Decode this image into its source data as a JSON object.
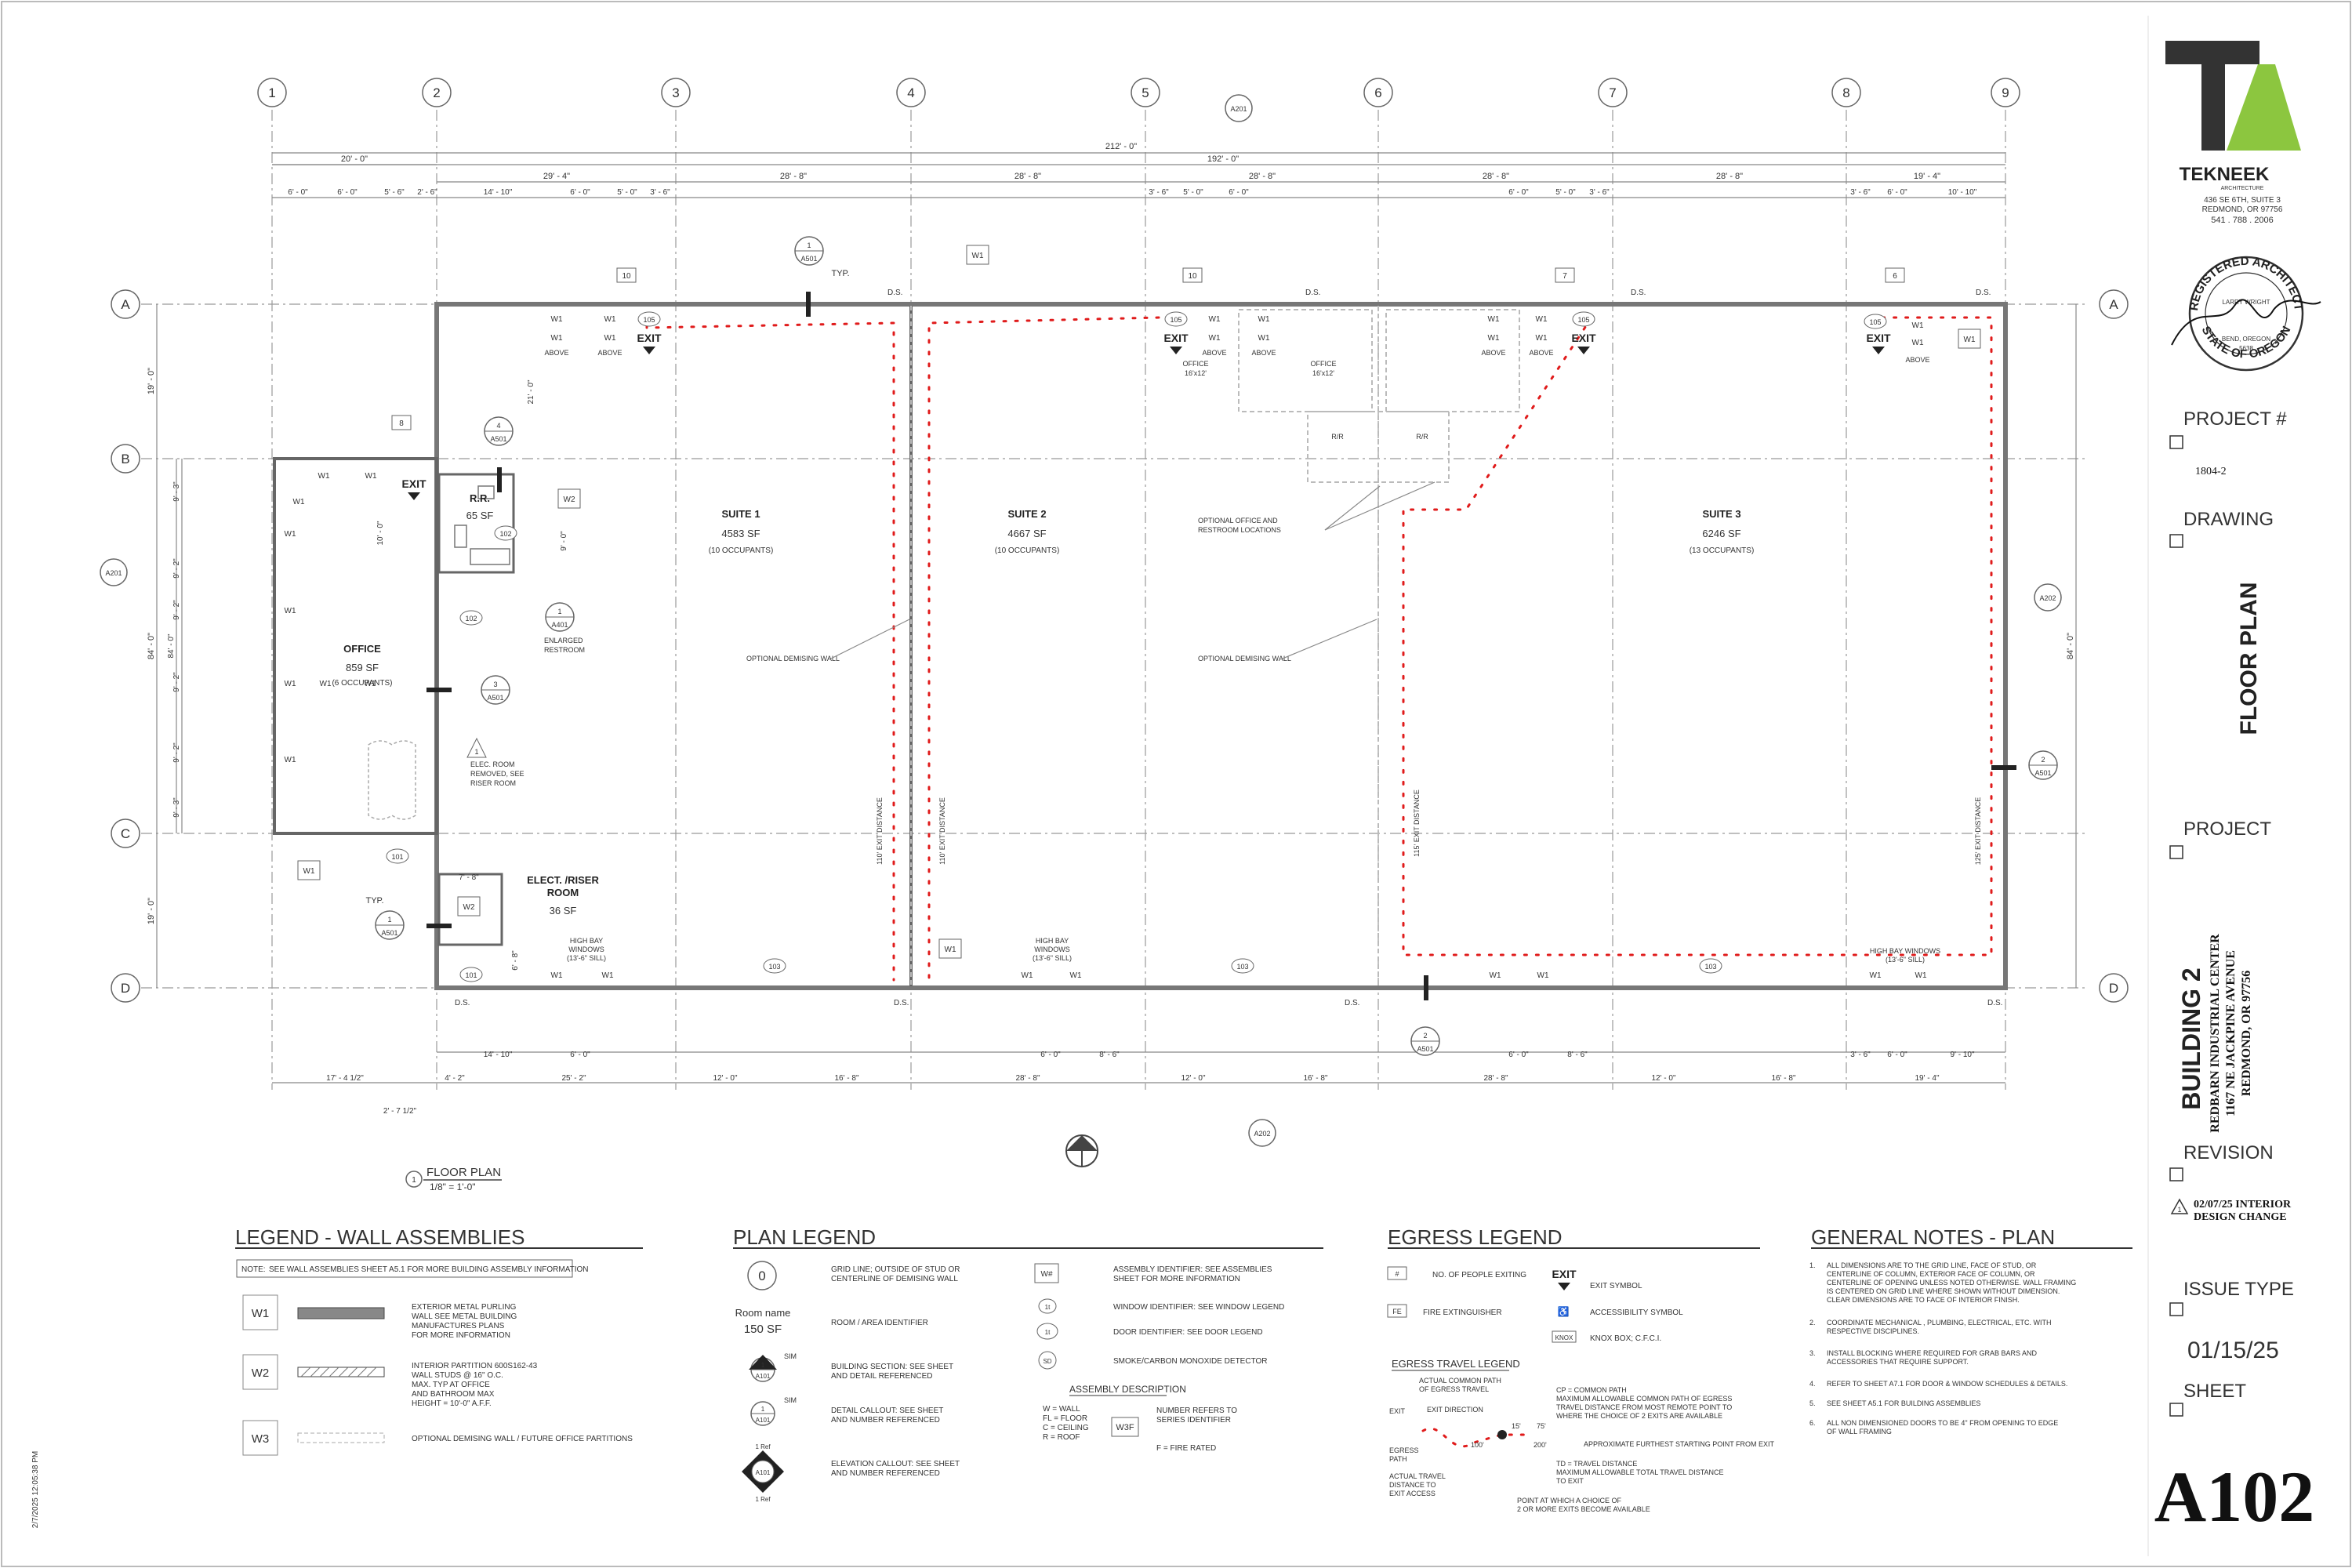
{
  "grid": {
    "columns": [
      "1",
      "2",
      "3",
      "4",
      "5",
      "6",
      "7",
      "8",
      "9"
    ],
    "rows": [
      "A",
      "B",
      "C",
      "D"
    ]
  },
  "dims": {
    "overall_top": "212' - 0\"",
    "overall_192": "192' - 0\"",
    "top_20": "20' - 0\"",
    "top_row2": [
      "6' - 0\"",
      "6' - 0\"",
      "5' - 6\"",
      "2' - 6\""
    ],
    "top_2947": "29' - 4\"",
    "top_28_8": "28' - 8\"",
    "top_19_4": "19' - 4\"",
    "top_row3a": [
      "14' - 10\"",
      "6' - 0\"",
      "5' - 0\"",
      "3' - 6\""
    ],
    "top_row3b": [
      "3' - 6\"",
      "5' - 0\"",
      "6' - 0\""
    ],
    "top_row3c": [
      "6' - 0\"",
      "5' - 0\"",
      "3' - 6\""
    ],
    "top_row3d": [
      "3' - 6\"",
      "6' - 0\"",
      "10' - 10\""
    ],
    "left_84": "84' - 0\"",
    "left_19": "19' - 0\"",
    "left_small": [
      "9' - 3\"",
      "9' - 2\"",
      "9' - 2\"",
      "9' - 2\"",
      "9' - 2\"",
      "9' - 3\""
    ],
    "right_84": "84' - 0\"",
    "bottom_row1": [
      "14' - 10\"",
      "6' - 0\"",
      "6' - 0\"",
      "8' - 6\"",
      "6' - 0\"",
      "8' - 6\"",
      "3' - 6\"",
      "6' - 0\"",
      "9' - 10\""
    ],
    "bottom_row2": [
      "17' - 4 1/2\"",
      "4' - 2\"",
      "25' - 2\"",
      "12' - 0\"",
      "16' - 8\"",
      "28' - 8\"",
      "12' - 0\"",
      "16' - 8\"",
      "28' - 8\"",
      "12' - 0\"",
      "16' - 8\"",
      "19' - 4\""
    ],
    "bottom_small": "2' - 7 1/2\"",
    "vert_21": "21' - 0\"",
    "vert_10": "10' - 0\"",
    "vert_9": "9' - 0\"",
    "vert_7_8": "7' - 8\"",
    "vert_6_8": "6' - 8\""
  },
  "rooms": {
    "suite1": {
      "name": "SUITE 1",
      "area": "4583 SF",
      "occ": "(10 OCCUPANTS)"
    },
    "suite2": {
      "name": "SUITE 2",
      "area": "4667 SF",
      "occ": "(10 OCCUPANTS)"
    },
    "suite3": {
      "name": "SUITE 3",
      "area": "6246 SF",
      "occ": "(13 OCCUPANTS)"
    },
    "office": {
      "name": "OFFICE",
      "area": "859 SF",
      "occ": "(6 OCCUPANTS)"
    },
    "rr": {
      "name": "R.R.",
      "area": "65 SF"
    },
    "elec": {
      "name1": "ELECT. /RISER",
      "name2": "ROOM",
      "area": "36 SF"
    }
  },
  "annotations": {
    "typ": "TYP.",
    "w1": "W1",
    "w2": "W2",
    "above": "ABOVE",
    "exit": "EXIT",
    "ds": "D.S.",
    "office_opt": "OFFICE",
    "office_size": "16'x12'",
    "rr_opt": "R/R",
    "opt_office_1": "OPTIONAL OFFICE AND",
    "opt_office_2": "RESTROOM LOCATIONS",
    "opt_demising": "OPTIONAL DEMISING WALL",
    "exit_dist_110": "110' EXIT DISTANCE",
    "exit_dist_115": "115' EXIT DISTANCE",
    "exit_dist_125": "125' EXIT DISTANCE",
    "high_bay_1": "HIGH BAY",
    "high_bay_2": "WINDOWS",
    "high_bay_3": "(13'-6\" SILL)",
    "high_bay_inline": "HIGH BAY WINDOWS",
    "enlarged_1": "ENLARGED",
    "enlarged_2": "RESTROOM",
    "elec_removed_1": "ELEC. ROOM",
    "elec_removed_2": "REMOVED, SEE",
    "elec_removed_3": "RISER ROOM",
    "door_10": "10",
    "door_7": "7",
    "door_6": "6",
    "door_8": "8",
    "door_101": "101",
    "door_102": "102",
    "door_103": "103",
    "door_105": "105",
    "ref_a501": "A501",
    "ref_a201": "A201",
    "ref_a202": "A202",
    "ref_a401": "A401",
    "ref_num_1": "1",
    "ref_num_2": "2",
    "ref_num_3": "3",
    "ref_num_4": "4",
    "ref_num_8": "8"
  },
  "drawing_title": {
    "num": "1",
    "name": "FLOOR PLAN",
    "scale": "1/8\" = 1'-0\""
  },
  "legend_wall": {
    "title": "LEGEND - WALL ASSEMBLIES",
    "note_label": "NOTE:",
    "note": "SEE WALL ASSEMBLIES SHEET A5.1 FOR MORE BUILDING ASSEMBLY INFORMATION",
    "items": [
      {
        "tag": "W1",
        "lines": [
          "EXTERIOR METAL PURLING",
          "WALL SEE METAL BUILDING",
          "MANUFACTURES PLANS",
          "FOR MORE INFORMATION"
        ]
      },
      {
        "tag": "W2",
        "lines": [
          "INTERIOR PARTITION 600S162-43",
          "WALL STUDS @ 16\" O.C.",
          "MAX. TYP AT OFFICE",
          "AND BATHROOM MAX",
          "HEIGHT = 10'-0\" A.F.F."
        ]
      },
      {
        "tag": "W3",
        "lines": [
          "OPTIONAL DEMISING WALL / FUTURE OFFICE PARTITIONS"
        ]
      }
    ]
  },
  "legend_plan": {
    "title": "PLAN LEGEND",
    "grid_sym": "0",
    "grid_text": [
      "GRID LINE; OUTSIDE OF STUD OR",
      "CENTERLINE OF DEMISING WALL"
    ],
    "room_name": "Room name",
    "room_area": "150 SF",
    "room_text": "ROOM / AREA IDENTIFIER",
    "sim": "SIM",
    "sec_text": [
      "BUILDING SECTION: SEE SHEET",
      "AND DETAIL REFERENCED"
    ],
    "det_text": [
      "DETAIL CALLOUT: SEE SHEET",
      "AND NUMBER REFERENCED"
    ],
    "elev_text": [
      "ELEVATION CALLOUT: SEE SHEET",
      "AND NUMBER REFERENCED"
    ],
    "ref": "1 Ref",
    "sym_a101": "A101",
    "sym_1": "1",
    "wtag": "W#",
    "wtag_text": [
      "ASSEMBLY IDENTIFIER: SEE ASSEMBLIES",
      "SHEET FOR MORE INFORMATION"
    ],
    "win_tag": "1t",
    "win_text": "WINDOW IDENTIFIER: SEE WINDOW LEGEND",
    "door_tag": "1t",
    "door_text": "DOOR  IDENTIFIER: SEE DOOR LEGEND",
    "sd_tag": "SD",
    "sd_text": "SMOKE/CARBON MONOXIDE DETECTOR",
    "asm_title": "ASSEMBLY DESCRIPTION",
    "asm_left": [
      "W = WALL",
      "FL = FLOOR",
      "C = CEILING",
      "R = ROOF"
    ],
    "asm_tag": "W3F",
    "asm_right": [
      "NUMBER REFERS TO",
      "SERIES IDENTIFIER"
    ],
    "asm_f": "F = FIRE RATED"
  },
  "legend_egress": {
    "title": "EGRESS LEGEND",
    "hash": "#",
    "people": "NO. OF PEOPLE EXITING",
    "exit_word": "EXIT",
    "exit_sym": "EXIT SYMBOL",
    "fe": "FE",
    "fe_text": "FIRE EXTINGUISHER",
    "acc_text": "ACCESSIBILITY SYMBOL",
    "knox": "KNOX",
    "knox_text": "KNOX BOX; C.F.C.I.",
    "travel_title": "EGRESS TRAVEL LEGEND",
    "actual_common": [
      "ACTUAL COMMON PATH",
      "OF EGRESS TRAVEL"
    ],
    "exit_lbl": "EXIT",
    "exit_dir": "EXIT DIRECTION",
    "egress_path": [
      "EGRESS",
      "PATH"
    ],
    "actual_travel": [
      "ACTUAL TRAVEL",
      "DISTANCE TO",
      "EXIT ACCESS"
    ],
    "n100": "100'",
    "n15": "15'",
    "n75": "75'",
    "n200": "200'",
    "cp": [
      "CP = COMMON PATH",
      "MAXIMUM ALLOWABLE COMMON PATH OF EGRESS",
      "TRAVEL DISTANCE FROM MOST REMOTE POINT TO",
      "WHERE THE CHOICE OF 2 EXITS ARE AVAILABLE"
    ],
    "approx": "APPROXIMATE FURTHEST STARTING POINT FROM EXIT",
    "td": [
      "TD = TRAVEL DISTANCE",
      "MAXIMUM ALLOWABLE TOTAL TRAVEL DISTANCE",
      "TO EXIT"
    ],
    "point": [
      "POINT AT WHICH A CHOICE OF",
      "2 OR MORE EXITS BECOME AVAILABLE"
    ]
  },
  "general_notes": {
    "title": "GENERAL NOTES - PLAN",
    "notes": [
      [
        "1.",
        "ALL DIMENSIONS ARE TO THE GRID LINE, FACE OF STUD, OR",
        "CENTERLINE OF COLUMN, EXTERIOR FACE OF COLUMN, OR",
        "CENTERLINE OF OPENING UNLESS NOTED OTHERWISE. WALL FRAMING",
        "IS CENTERED ON GRID LINE WHERE SHOWN WITHOUT DIMENSION.",
        "CLEAR DIMENSIONS ARE TO FACE OF INTERIOR FINISH."
      ],
      [
        "2.",
        "COORDINATE MECHANICAL , PLUMBING, ELECTRICAL, ETC. WITH",
        "RESPECTIVE DISCIPLINES."
      ],
      [
        "3.",
        "INSTALL BLOCKING WHERE REQUIRED FOR GRAB BARS AND",
        "ACCESSORIES THAT REQUIRE SUPPORT."
      ],
      [
        "4.",
        "REFER TO SHEET A7.1 FOR DOOR & WINDOW SCHEDULES & DETAILS."
      ],
      [
        "5.",
        "SEE SHEET A5.1 FOR BUILDING ASSEMBLIES"
      ],
      [
        "6.",
        "ALL NON DIMENSIONED DOORS TO BE 4\" FROM OPENING TO EDGE",
        "OF WALL FRAMING"
      ]
    ]
  },
  "title_block": {
    "logo_name": "TEKNEEK",
    "logo_sub": "ARCHITECTURE",
    "addr1": "436 SE 6TH, SUITE 3",
    "addr2": "REDMOND, OR 97756",
    "phone": "541 . 788 . 2006",
    "stamp_top": "REGISTERED ARCHITECT",
    "stamp_bottom": "STATE OF OREGON",
    "stamp_name": "LARRY WRIGHT",
    "stamp_city": "BEND, OREGON",
    "stamp_no": "5638",
    "project_no_label": "PROJECT #",
    "project_no": "1804-2",
    "drawing_label": "DRAWING",
    "drawing_name": "FLOOR PLAN",
    "project_label": "PROJECT",
    "project_name": "BUILDING 2",
    "project_l1": "REDBARN INDUSTRIAL CENTER",
    "project_l2": "1167 NE JACKPINE AVENUE",
    "project_l3": "REDMOND, OR  97756",
    "revision_label": "REVISION",
    "revision_num": "1",
    "revision_text1": "02/07/25 INTERIOR",
    "revision_text2": "DESIGN CHANGE",
    "issue_label": "ISSUE TYPE",
    "issue_date": "01/15/25",
    "sheet_label": "SHEET",
    "sheet_no": "A102",
    "timestamp": "2/7/2025 12:05:38 PM"
  },
  "colors": {
    "accent_green": "#8cc63f",
    "logo_dark": "#333333",
    "egress_red": "#e01b1b"
  }
}
